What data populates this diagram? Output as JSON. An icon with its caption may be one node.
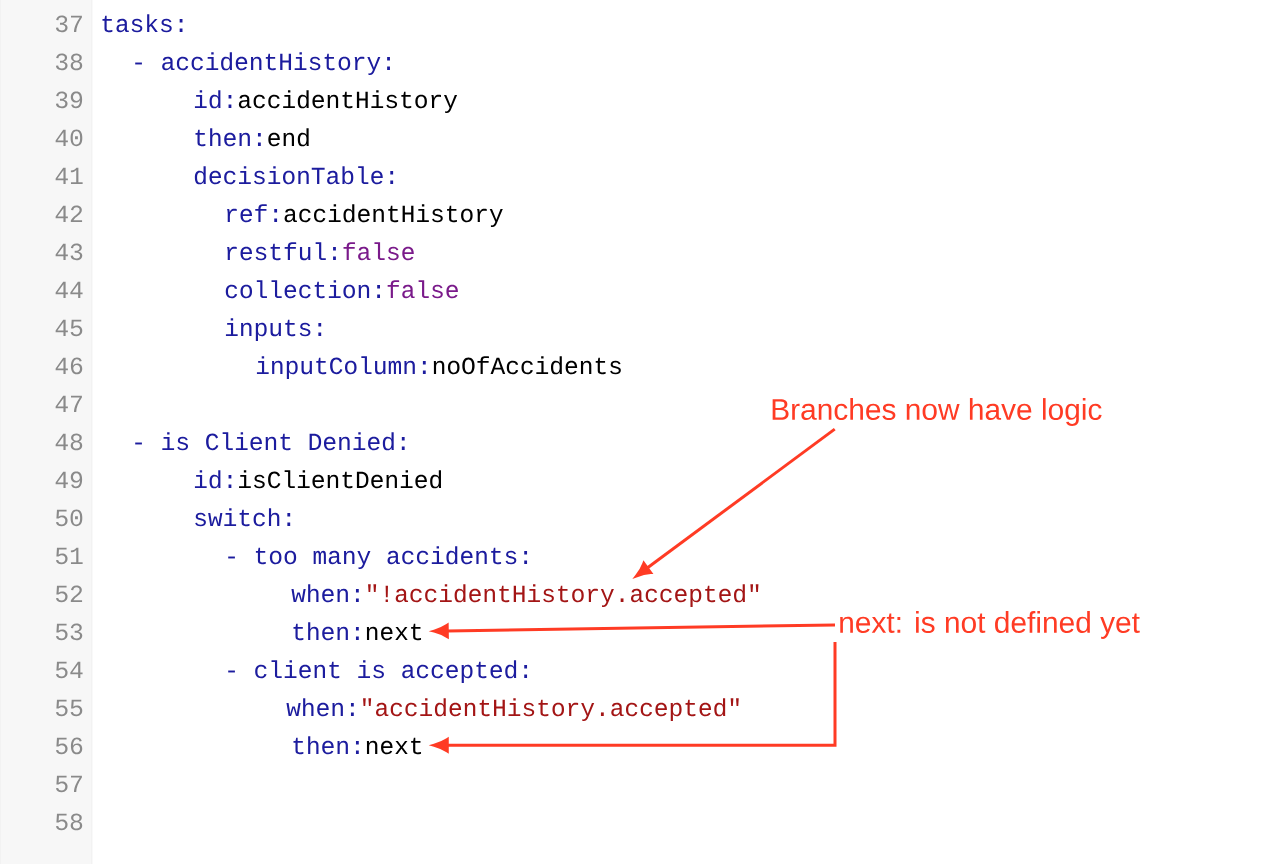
{
  "diagram": {
    "nodes": [
      {
        "text": [
          "Branches now have logic"
        ]
      },
      {
        "text": [
          "when:",
          "\"!accidentHistory.accepted\""
        ]
      },
      {
        "text": [
          "next: is not defined yet"
        ]
      },
      {
        "text": [
          "then:",
          "next"
        ]
      },
      {
        "text": [
          "then:",
          "next"
        ]
      }
    ],
    "edges": [
      {
        "from": 0,
        "to": 1,
        "arrow": "to"
      },
      {
        "from": 2,
        "to": 3,
        "arrow": "to"
      },
      {
        "from": 2,
        "to": 4,
        "arrow": "to"
      }
    ],
    "labels": [
      "37",
      "tasks:",
      "38",
      "- accidentHistory:",
      "39",
      "id:",
      "accidentHistory",
      "40",
      "then:",
      "end",
      "41",
      "decisionTable:",
      "42",
      "ref:",
      "accidentHistory",
      "43",
      "restful:",
      "false",
      "44",
      "collection:",
      "false",
      "45",
      "inputs:",
      "46",
      "inputColumn:",
      "noOfAccidents",
      "47",
      "48",
      "- is Client Denied:",
      "49",
      "id:",
      "isClientDenied",
      "50",
      "switch:",
      "51",
      "- too many accidents:",
      "52",
      "53",
      "54",
      "- client is accepted:",
      "55",
      "when:",
      "\"accidentHistory.accepted\"",
      "56",
      "57",
      "58"
    ]
  }
}
